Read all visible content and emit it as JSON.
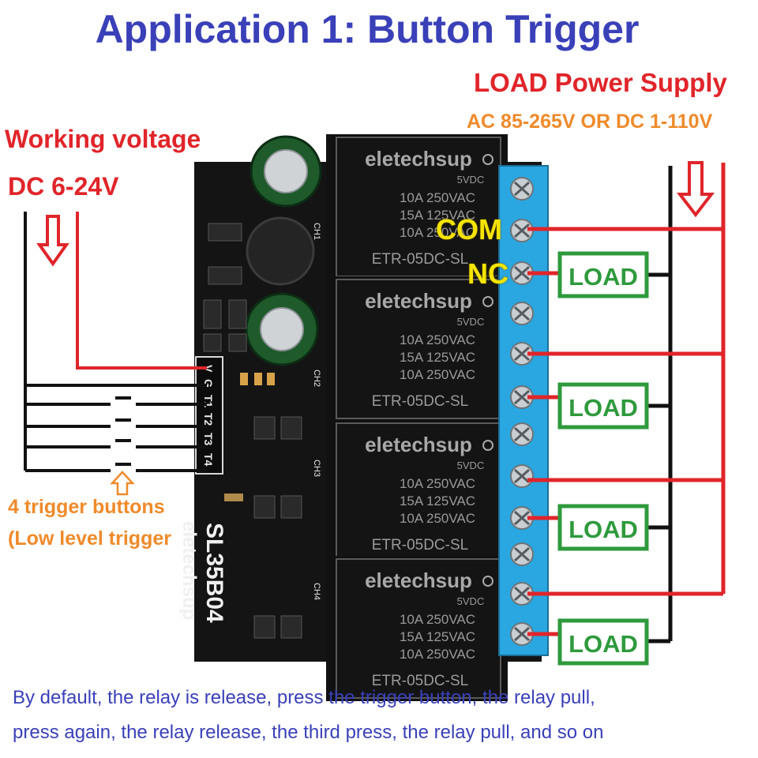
{
  "title": "Application 1: Button Trigger",
  "load_supply": {
    "title": "LOAD Power Supply",
    "range": "AC 85-265V OR DC 1-110V"
  },
  "working_voltage": {
    "title": "Working voltage",
    "range": "DC 6-24V"
  },
  "buttons": {
    "line1": "4 trigger buttons",
    "line2": "(Low level trigger"
  },
  "board": {
    "brand": "eletechsup",
    "model": "SL35B04",
    "pins": [
      "V",
      "G",
      "T1",
      "T2",
      "T3",
      "T4"
    ],
    "channels": [
      "CH1",
      "CH2",
      "CH3",
      "CH4"
    ]
  },
  "relay": {
    "brand": "eletechsup",
    "coil": "5VDC",
    "ratings": [
      "10A 250VAC",
      "15A 125VAC",
      "10A 250VAC"
    ],
    "model": "ETR-05DC-SL"
  },
  "terminals": {
    "com": "COM",
    "nc": "NC"
  },
  "loads": [
    "LOAD",
    "LOAD",
    "LOAD",
    "LOAD"
  ],
  "caption": {
    "line1": "By default, the relay is release, press the trigger button, the relay pull,",
    "line2": "press again, the relay release, the third press, the relay pull, and so on"
  },
  "colors": {
    "title": "#3a40b8",
    "red": "#e0252a",
    "orange": "#ef8a2a",
    "green": "#2e9a3c",
    "terminal_blue": "#2aa6e0",
    "pcb": "#141414"
  }
}
